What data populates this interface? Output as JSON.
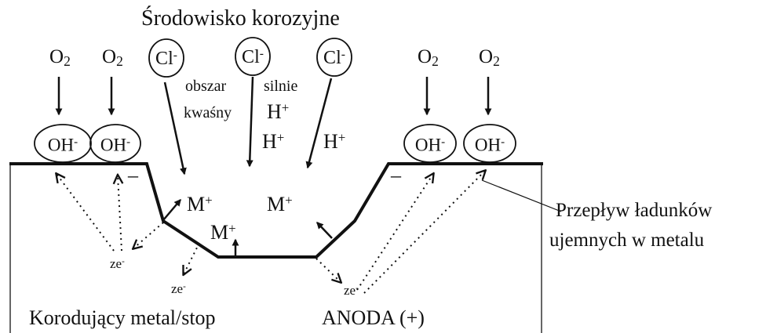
{
  "title": "Środowisko korozyjne",
  "oxygen": {
    "symbol": "O",
    "subscript": "2"
  },
  "chloride": {
    "symbol": "Cl",
    "charge": "-"
  },
  "hydroxide": {
    "symbol": "OH",
    "charge": "-"
  },
  "hydrogen": {
    "symbol": "H",
    "charge": "+"
  },
  "metal_ion": {
    "symbol": "M",
    "charge": "+"
  },
  "electron": {
    "symbol": "ze",
    "charge": "-"
  },
  "region_label": {
    "line1": "obszar",
    "line2": "kwaśny"
  },
  "strong_label": "silnie",
  "flow_label": {
    "line1": "Przepływ ładunków",
    "line2": "ujemnych w metalu"
  },
  "metal_label": "Korodujący metal/stop",
  "anode_label": "ANODA (+)",
  "minus_sign": "–"
}
